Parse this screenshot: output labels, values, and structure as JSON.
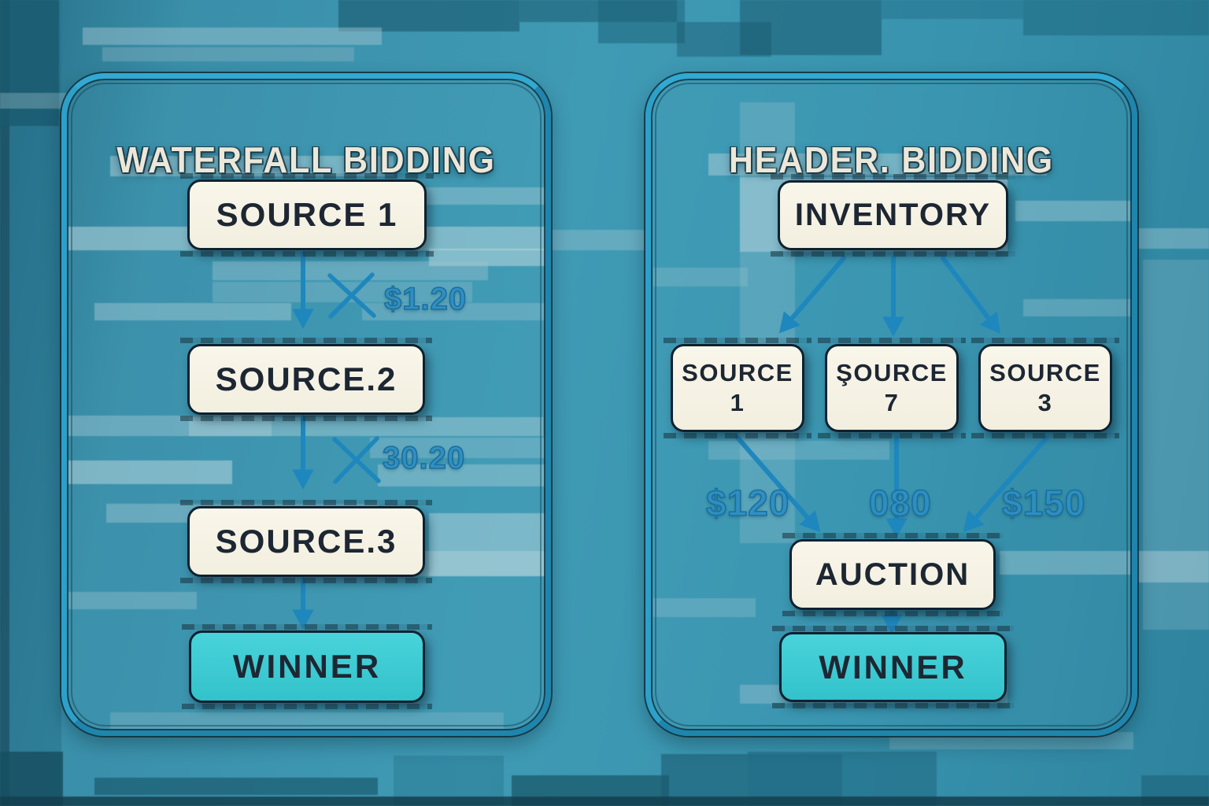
{
  "colors": {
    "background_teal": "#3a92ad",
    "panel_border_blue": "#2496c4",
    "box_cream": "#f6f3e6",
    "winner_teal": "#3cc9d1",
    "arrow_blue": "#1e87bd",
    "bid_text_blue": "#2f90c4",
    "dark_text": "#1d2733",
    "title_cream": "#ece7d8"
  },
  "waterfall": {
    "title": "WATERFALL BIDDING",
    "source1": "SOURCE 1",
    "source2": "SOURCE.2",
    "source3": "SOURCE.3",
    "winner": "WINNER",
    "rejected_bid_1": "$1.20",
    "rejected_bid_2": "30.20"
  },
  "header": {
    "title": "HEADER. BIDDING",
    "inventory": "INVENTORY",
    "source1": {
      "line1": "SOURCE",
      "line2": "1"
    },
    "source2": {
      "line1": "ŞOURCE",
      "line2": "7"
    },
    "source3": {
      "line1": "SOURCE",
      "line2": "3"
    },
    "bid1": "$120",
    "bid2": "080",
    "bid3": "$150",
    "auction": "AUCTION",
    "winner": "WINNER"
  }
}
